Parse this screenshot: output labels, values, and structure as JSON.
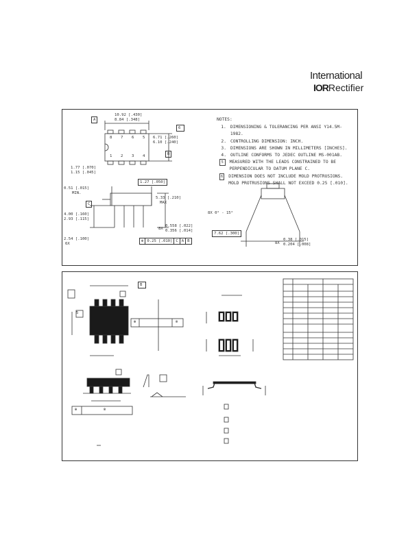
{
  "logo": {
    "line1": "International",
    "brand": "IOR",
    "line2": "Rectifier"
  },
  "dip": {
    "datum_a": "A",
    "datum_b": "B",
    "dim_top": [
      "10.92 [.430]",
      "8.84 [.348]"
    ],
    "dim_right": [
      "6.71 [.260]",
      "6.10 [.240]"
    ],
    "pins_top": [
      "8",
      "7",
      "6",
      "5"
    ],
    "pins_bottom": [
      "1",
      "2",
      "3",
      "4"
    ],
    "dim_pin_width": [
      "1.77 [.070]",
      "1.15 [.045]"
    ],
    "dim_pitch": "1.27 [.050]",
    "dim_seat": [
      "0.51 [.015]",
      "MIN."
    ],
    "datum_c": "C",
    "dim_left": [
      "4.00 [.160]",
      "2.93 [.115]"
    ],
    "dim_height": [
      "5.33 [.210]",
      "MAX"
    ],
    "dim_lead": [
      "0.558 [.022]",
      "0.356 [.014]"
    ],
    "lead_count": "8X",
    "dim_pin_pitch": [
      "2.54 [.100]",
      "6X"
    ],
    "fcf": [
      "0.25 [.010]",
      "C",
      "A",
      "B"
    ],
    "dim_angle": "8X 0° - 15°",
    "dim_span": "7.62 [.300]",
    "dim_lead_thick": [
      "0.38 [.015]",
      "0.204 [.008]"
    ],
    "lead_thick_count": "8X",
    "notes_title": "NOTES:",
    "notes": [
      {
        "n": "1.",
        "text": "DIMENSIONING & TOLERANCING PER ANSI Y14.5M-1982."
      },
      {
        "n": "2.",
        "text": "CONTROLLING DIMENSION: INCH."
      },
      {
        "n": "3.",
        "text": "DIMENSIONS ARE SHOWN IN MILLIMETERS [INCHES]."
      },
      {
        "n": "4.",
        "text": "OUTLINE CONFORMS TO JEDEC OUTLINE MS-001AB."
      }
    ],
    "notes_circled": [
      {
        "n": "5",
        "text": "MEASURED WITH THE LEADS CONSTRAINED TO BE PERPENDICULAR TO DATUM PLANE C."
      },
      {
        "n": "6",
        "text": "DIMENSION DOES NOT INCLUDE MOLD PROTRUSIONS. MOLD PROTRUSIONS SHALL NOT EXCEED 0.25 [.010]."
      }
    ]
  },
  "soic": {
    "datum_b": "B"
  }
}
